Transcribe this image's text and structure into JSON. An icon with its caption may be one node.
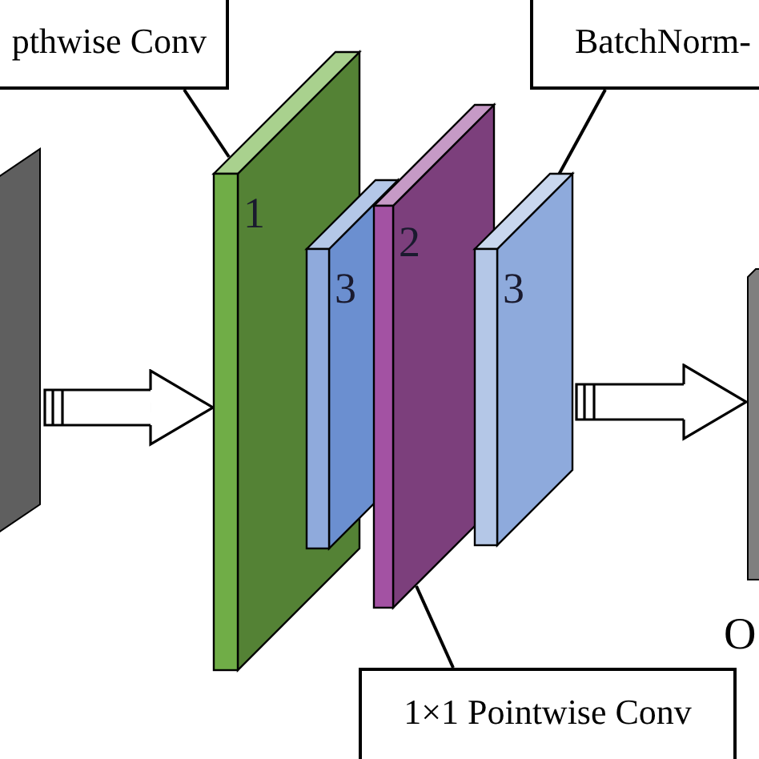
{
  "diagram": {
    "nodes": [
      {
        "text": [
          "pthwise Conv"
        ]
      },
      {
        "text": [
          "BatchNorm-"
        ]
      },
      {
        "text": [],
        "shape": "box"
      },
      {
        "text": [
          "1"
        ]
      },
      {
        "text": [
          "3"
        ]
      },
      {
        "text": [
          "2"
        ]
      },
      {
        "text": [
          "3"
        ]
      },
      {
        "text": [],
        "shape": "box",
        "beside": [
          "O"
        ]
      },
      {
        "text": [
          "1×1 Pointwise Conv"
        ]
      }
    ],
    "edges": [
      {
        "from": 0,
        "to": 3,
        "arrow": "none"
      },
      {
        "from": 1,
        "to": 6,
        "arrow": "none"
      },
      {
        "from": 8,
        "to": 5,
        "arrow": "none"
      },
      {
        "from": 2,
        "to": 3,
        "arrow": "to"
      },
      {
        "from": 6,
        "to": 7,
        "arrow": "to"
      }
    ]
  }
}
